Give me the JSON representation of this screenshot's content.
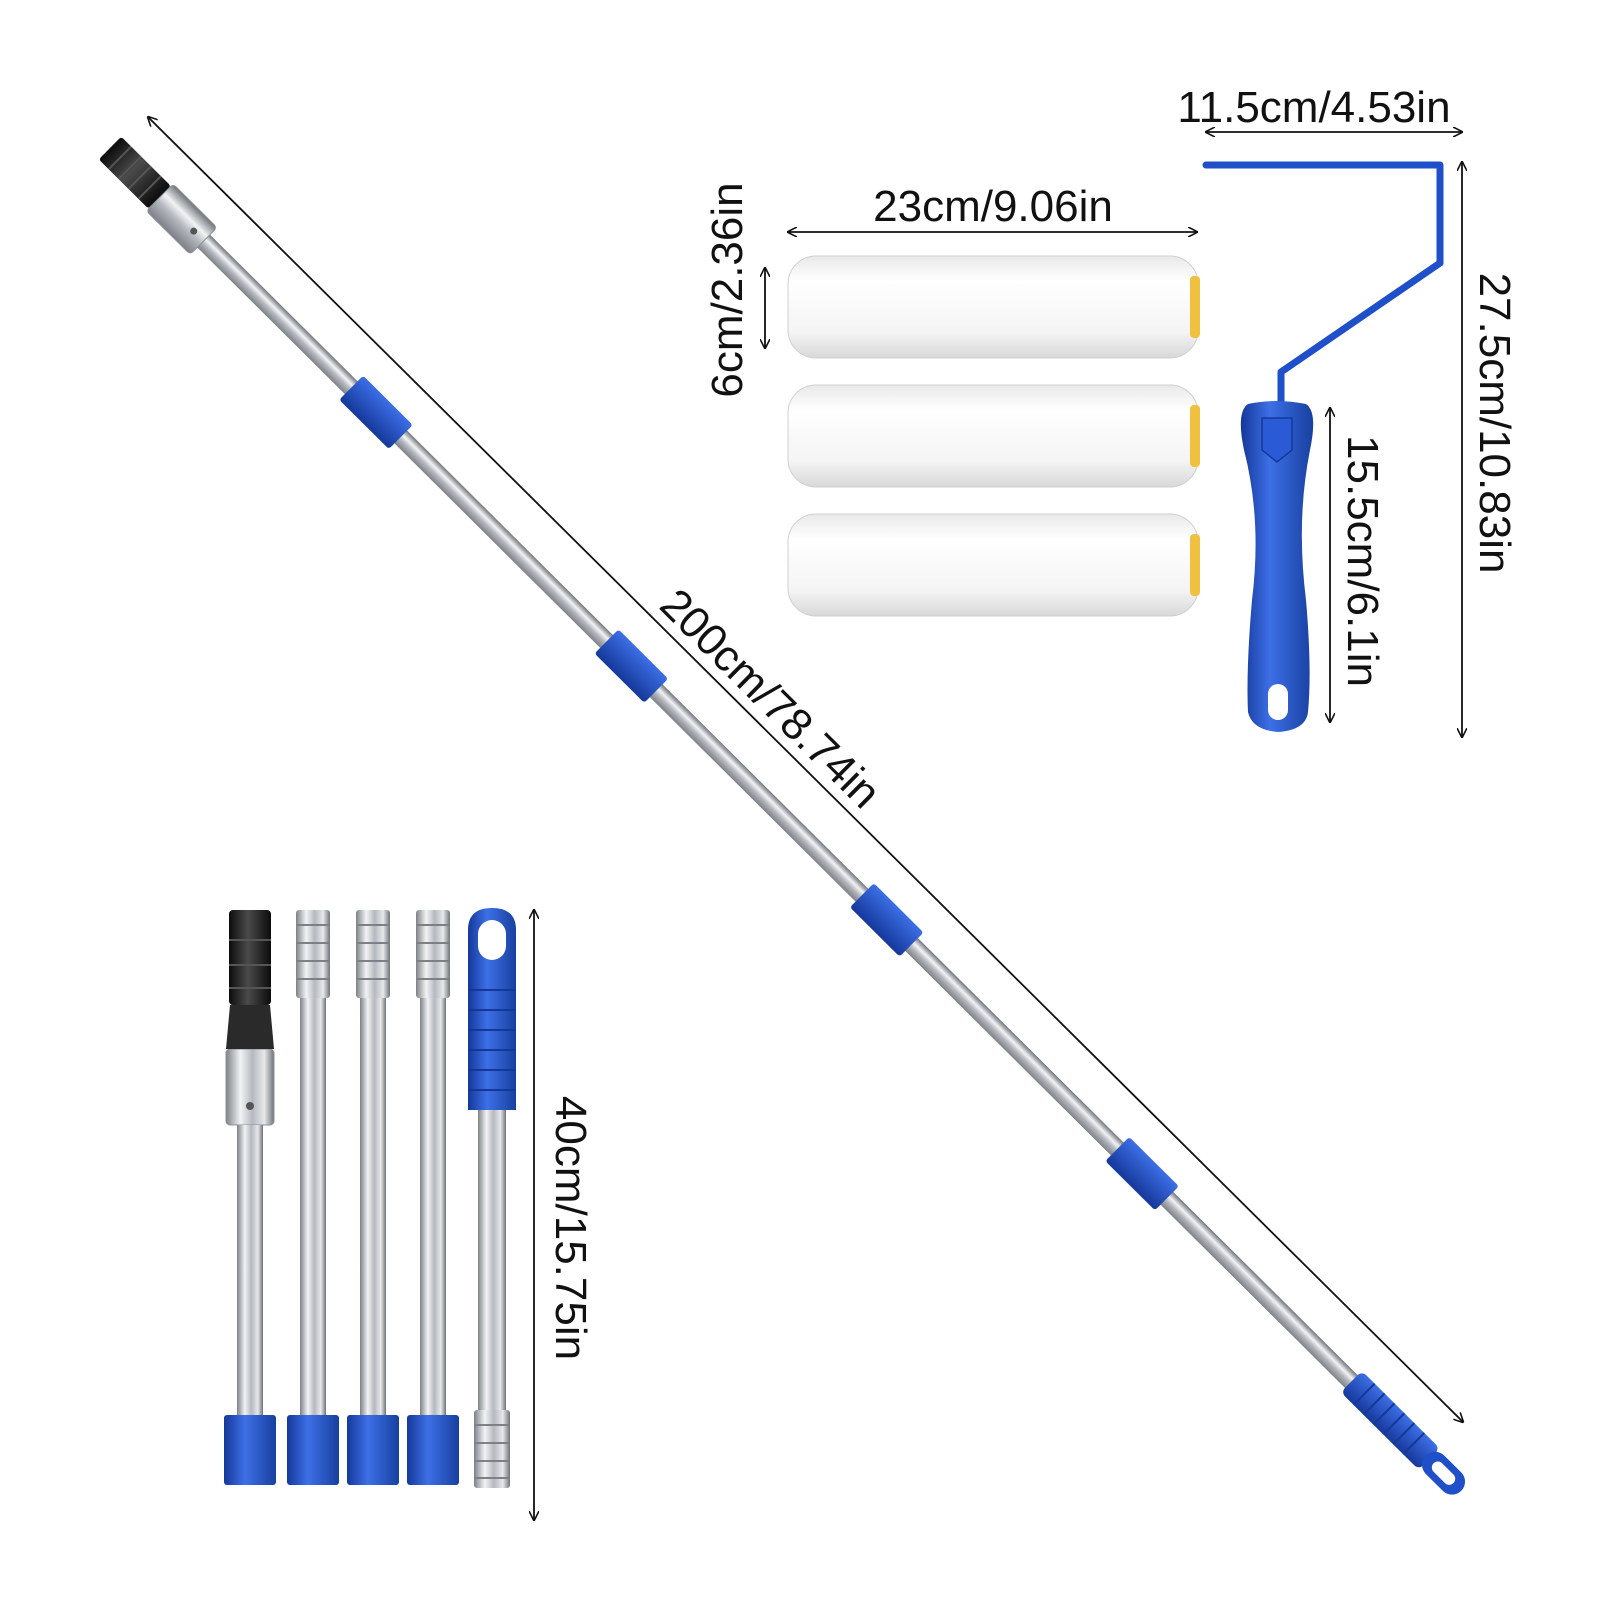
{
  "dimensions": {
    "pole_length": "200cm/78.74in",
    "roller_length": "23cm/9.06in",
    "roller_diameter": "6cm/2.36in",
    "frame_width": "11.5cm/4.53in",
    "frame_height": "27.5cm/10.83in",
    "handle_length": "15.5cm/6.1in",
    "segment_length": "40cm/15.75in"
  },
  "colors": {
    "accent_blue": "#1f4fc9",
    "metal": "#c9ccd1",
    "metal_dark": "#8c9096",
    "tip_black": "#1c1c1c",
    "roller_white": "#f7f7f7",
    "roller_end": "#f0c040",
    "line": "#111111"
  },
  "parts": {
    "roller_count": 3,
    "segment_count": 5
  }
}
